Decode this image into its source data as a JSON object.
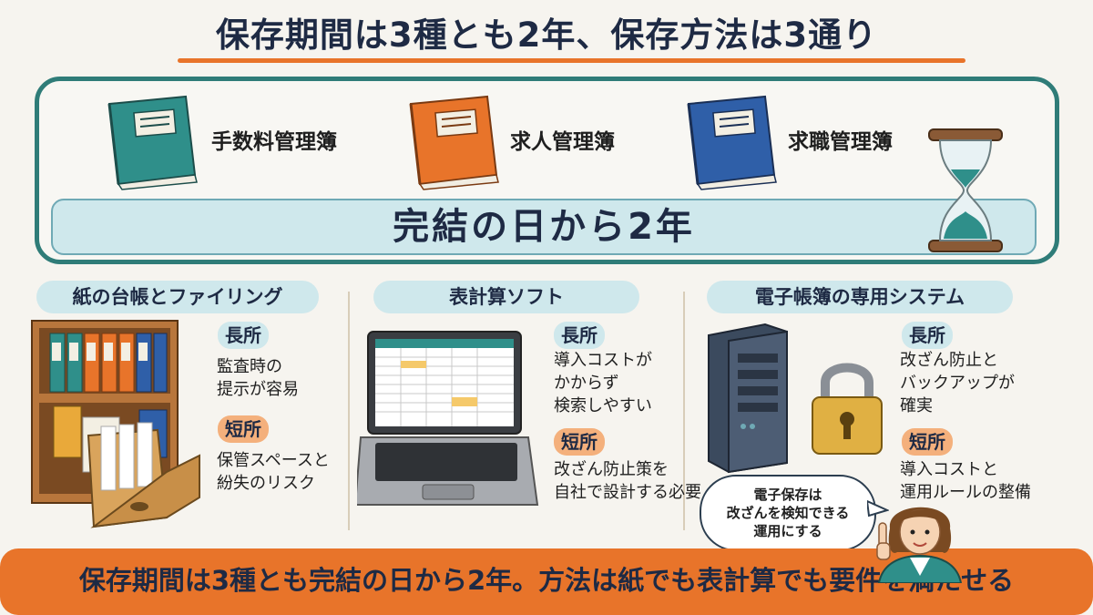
{
  "title": "保存期間は3種とも2年、保存方法は3通り",
  "books": [
    {
      "label": "手数料管理簿",
      "color": "#2f8f8a"
    },
    {
      "label": "求人管理簿",
      "color": "#e8742a"
    },
    {
      "label": "求職管理簿",
      "color": "#2f5fa8"
    }
  ],
  "banner": "完結の日から2年",
  "methods": [
    {
      "name": "紙の台帳とファイリング",
      "pros_label": "長所",
      "pros": [
        "監査時の",
        "提示が容易"
      ],
      "cons_label": "短所",
      "cons": [
        "保管スペースと",
        "紛失のリスク"
      ]
    },
    {
      "name": "表計算ソフト",
      "pros_label": "長所",
      "pros": [
        "導入コストが",
        "かからず",
        "検索しやすい"
      ],
      "cons_label": "短所",
      "cons": [
        "改ざん防止策を",
        "自社で設計する必要"
      ]
    },
    {
      "name": "電子帳簿の専用システム",
      "pros_label": "長所",
      "pros": [
        "改ざん防止と",
        "バックアップが",
        "確実"
      ],
      "cons_label": "短所",
      "cons": [
        "導入コストと",
        "運用ルールの整備"
      ]
    }
  ],
  "bubble": [
    "電子保存は",
    "改ざんを検知できる",
    "運用にする"
  ],
  "footer": "保存期間は3種とも完結の日から2年。方法は紙でも表計算でも要件を満たせる",
  "colors": {
    "teal": "#2f7c78",
    "orange": "#e8742a",
    "blue": "#2f5fa8",
    "navy": "#1e2a44",
    "lightblue": "#cfe8ec"
  }
}
